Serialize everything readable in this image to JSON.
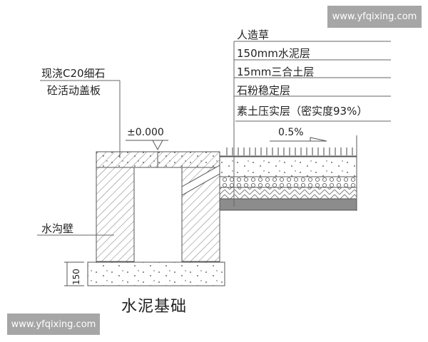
{
  "watermark": {
    "top": "www.yfqixing.com",
    "bottom": "www.yfqixing.com"
  },
  "labels": {
    "cover_line1": "现浇C20细石",
    "cover_line2": "砼活动盖板",
    "elevation": "±0.000",
    "slope": "0.5%",
    "wall": "水沟壁",
    "dimension": "150",
    "foundation": "水泥基础"
  },
  "layers": [
    {
      "label": "人造草"
    },
    {
      "label": "150mm水泥层"
    },
    {
      "label": "15mm三合土层"
    },
    {
      "label": "石粉稳定层"
    },
    {
      "label": "素土压实层（密实度93%）"
    }
  ],
  "colors": {
    "line": "#555555",
    "hatch": "#666666",
    "compact_soil": "#8c8c8c",
    "watermark_bg": "#a6a6a6"
  }
}
